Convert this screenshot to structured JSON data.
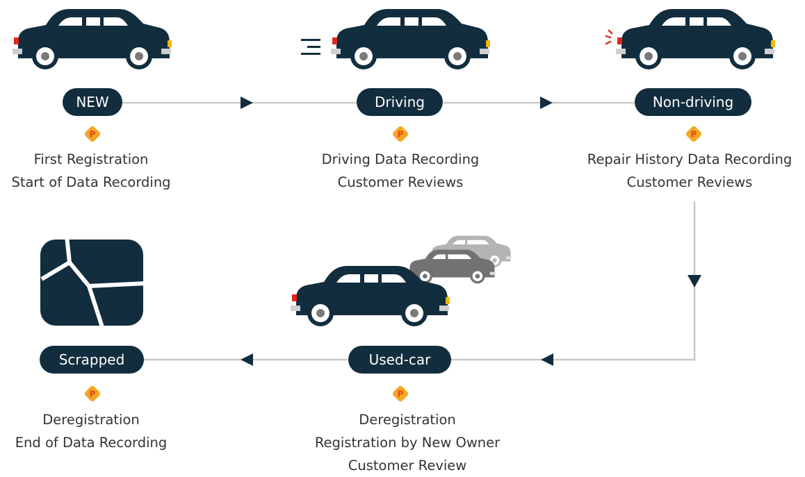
{
  "colors": {
    "navy": "#112d3e",
    "line": "#c8c8c8",
    "coin": "#f5a623",
    "coin_letter": "#e0491b",
    "tail_light": "#e0271b",
    "head_light": "#f2b705",
    "bumper": "#cfcfcf",
    "car_gray_dark": "#727272",
    "car_gray_light": "#b4b4b4"
  },
  "icons": {
    "car": "car-icon",
    "point": "point-coin-icon",
    "scrap": "scrap-icon",
    "arrow": "arrow-triangle-icon"
  },
  "stages": [
    {
      "id": "new",
      "label": "NEW",
      "lines": [
        "First Registration",
        "Start of Data Recording"
      ]
    },
    {
      "id": "driving",
      "label": "Driving",
      "lines": [
        "Driving Data Recording",
        "Customer Reviews"
      ]
    },
    {
      "id": "nondriving",
      "label": "Non-driving",
      "lines": [
        "Repair History Data Recording",
        "Customer Reviews"
      ]
    },
    {
      "id": "usedcar",
      "label": "Used-car",
      "lines": [
        "Deregistration",
        "Registration by New Owner",
        "Customer Review"
      ]
    },
    {
      "id": "scrapped",
      "label": "Scrapped",
      "lines": [
        "Deregistration",
        "End of Data Recording"
      ]
    }
  ],
  "coin_letter": "P"
}
